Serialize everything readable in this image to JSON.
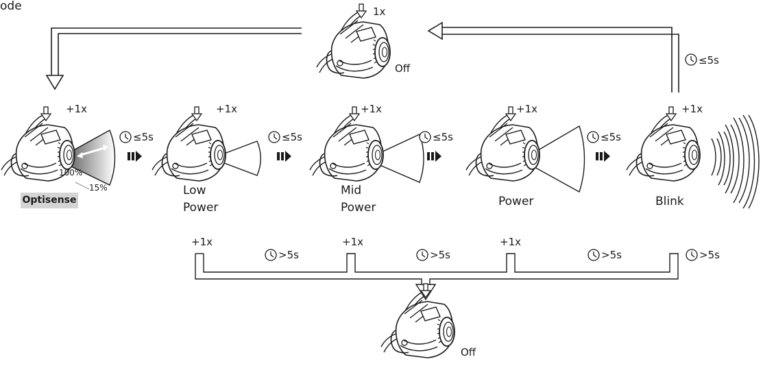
{
  "header_fragment": "ode",
  "top_state": {
    "press": "1x",
    "state": "Off"
  },
  "return_timer": "≤5s",
  "modes": [
    {
      "label_line1": "",
      "label_line2": "",
      "press": "+1x",
      "timer": "≤5s"
    },
    {
      "label_line1": "Low",
      "label_line2": "Power",
      "press": "+1x",
      "timer": "≤5s"
    },
    {
      "label_line1": "Mid",
      "label_line2": "Power",
      "press": "+1x",
      "timer": "≤5s"
    },
    {
      "label_line1": "Power",
      "label_line2": "",
      "press": "+1x",
      "timer": "≤5s"
    },
    {
      "label_line1": "Blink",
      "label_line2": "",
      "press": "+1x",
      "timer": ""
    }
  ],
  "optisense": {
    "badge": "Optisense",
    "max_level": "100%",
    "min_level": "15%"
  },
  "bottom_branch": {
    "press_labels": [
      "+1x",
      "+1x",
      "+1x"
    ],
    "timers": [
      ">5s",
      ">5s",
      ">5s",
      ">5s"
    ],
    "state": "Off"
  }
}
